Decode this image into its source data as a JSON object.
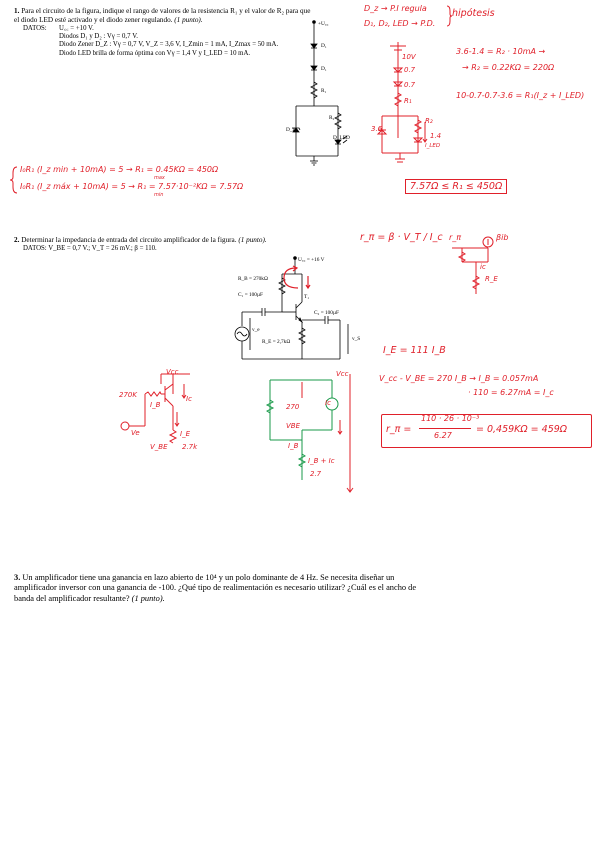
{
  "q1": {
    "number": "1.",
    "text": "Para el circuito de la figura, indique el rango de valores de la resistencia R₁ y el valor de R₂ para que el diodo LED esté activado y el diodo zener regulando.",
    "points": "(1 punto).",
    "data_label": "DATOS:",
    "data_lines": [
      "U꜀꜀ = +10 V.",
      "Diodos D₁ y D₂ : Vγ = 0,7 V.",
      "Diodo Zener D_Z : Vγ = 0,7 V, V_Z = 3,6 V, I_Zmin = 1 mA, I_Zmax = 50 mA.",
      "Diodo LED brilla de forma óptima con Vγ = 1,4 V y I_LED = 10 mA."
    ],
    "circuit_labels": {
      "vcc": "+U꜀꜀",
      "d1": "D₁",
      "d2": "D₁",
      "r1": "R₁",
      "r2": "R₂",
      "dz": "D_z",
      "dled": "D_LED"
    }
  },
  "notes_q1": {
    "hyp_line1": "D_z → P.I regula",
    "hyp_line2": "D₁, D₂, LED → P.D.",
    "hyp_word": "hipótesis",
    "c_10v": "10V",
    "c_07a": "0.7",
    "c_07b": "0.7",
    "c_r1": "R₁",
    "c_36": "3.6",
    "c_r2": "R₂",
    "c_14": "1.4",
    "c_iled": "I_LED",
    "eq1": "3.6-1.4 = R₂ · 10mA →",
    "eq2": "→ R₂ = 0.22KΩ = 220Ω",
    "eq3": "10-0.7-0.7-3.6 = R₁(I_z + I_LED)",
    "range_min": "I₀R₁ (I_z min + 10mA) = 5 → R₁ = 0.45KΩ = 450Ω",
    "range_min_sub": "max",
    "range_max": "I₀R₁ (I_z máx + 10mA) = 5 → R₁ = 7.57·10⁻²KΩ = 7.57Ω",
    "range_max_sub": "min",
    "result": "7.57Ω ≤ R₁ ≤ 450Ω"
  },
  "q2": {
    "number": "2.",
    "text": "Determinar la impedancia de entrada del circuito amplificador de la figura.",
    "points": "(1 punto).",
    "data_line": "DATOS: V_BE = 0,7 V.; V_T = 26 mV.; β = 110.",
    "circuit_labels": {
      "vcc": "U꜀꜀ = +16 V",
      "rb": "R_B = 270kΩ",
      "c1": "C₁ = 100µF",
      "t1": "T₁",
      "c2": "C₂ = 100µF",
      "re": "R_E = 2,7kΩ",
      "ve": "v_e",
      "vs": "v_S"
    }
  },
  "notes_q2": {
    "rin_formula": "r_π = β · V_T / I_c",
    "rpi_lbl": "r_π",
    "bib": "βib",
    "ic_lbl": "ic",
    "re_lbl": "R_E",
    "ie_eq": "I_E = 111 I_B",
    "kvl": "V_cc - V_BE = 270 I_B → I_B = 0.057mA",
    "kvl2": "· 110 = 6.27mA = I_c",
    "result_num": "110 · 26 · 10⁻³",
    "result_den": "6.27",
    "result_rhs": "= 0,459KΩ = 459Ω",
    "result_lhs": "r_π =",
    "s1_vcc": "Vcc",
    "s1_270k": "270K",
    "s1_ib": "I_B",
    "s1_ic": "Ic",
    "s1_ve": "Ve",
    "s1_ie": "I_E",
    "s1_vbe": "V_BE",
    "s1_27k": "2.7k",
    "s2_vcc": "Vcc",
    "s2_27m": "270",
    "s2_ic": "Ic",
    "s2_vbe": "VBE",
    "s2_ib": "I_B",
    "s2_ibic": "I_B + Ic",
    "s2_27": "2.7"
  },
  "q3": {
    "number": "3.",
    "text": "Un amplificador tiene una ganancia en lazo abierto de 10⁴ y un polo dominante de 4 Hz. Se necesita diseñar un amplificador inversor con una ganancia de -100. ¿Qué tipo de realimentación es necesario utilizar? ¿Cuál es el ancho de banda del amplificador resultante?",
    "points": "(1 punto)."
  },
  "colors": {
    "ink": "#000000",
    "pen": "#e0202a",
    "pen_green": "#1a9a4a"
  }
}
